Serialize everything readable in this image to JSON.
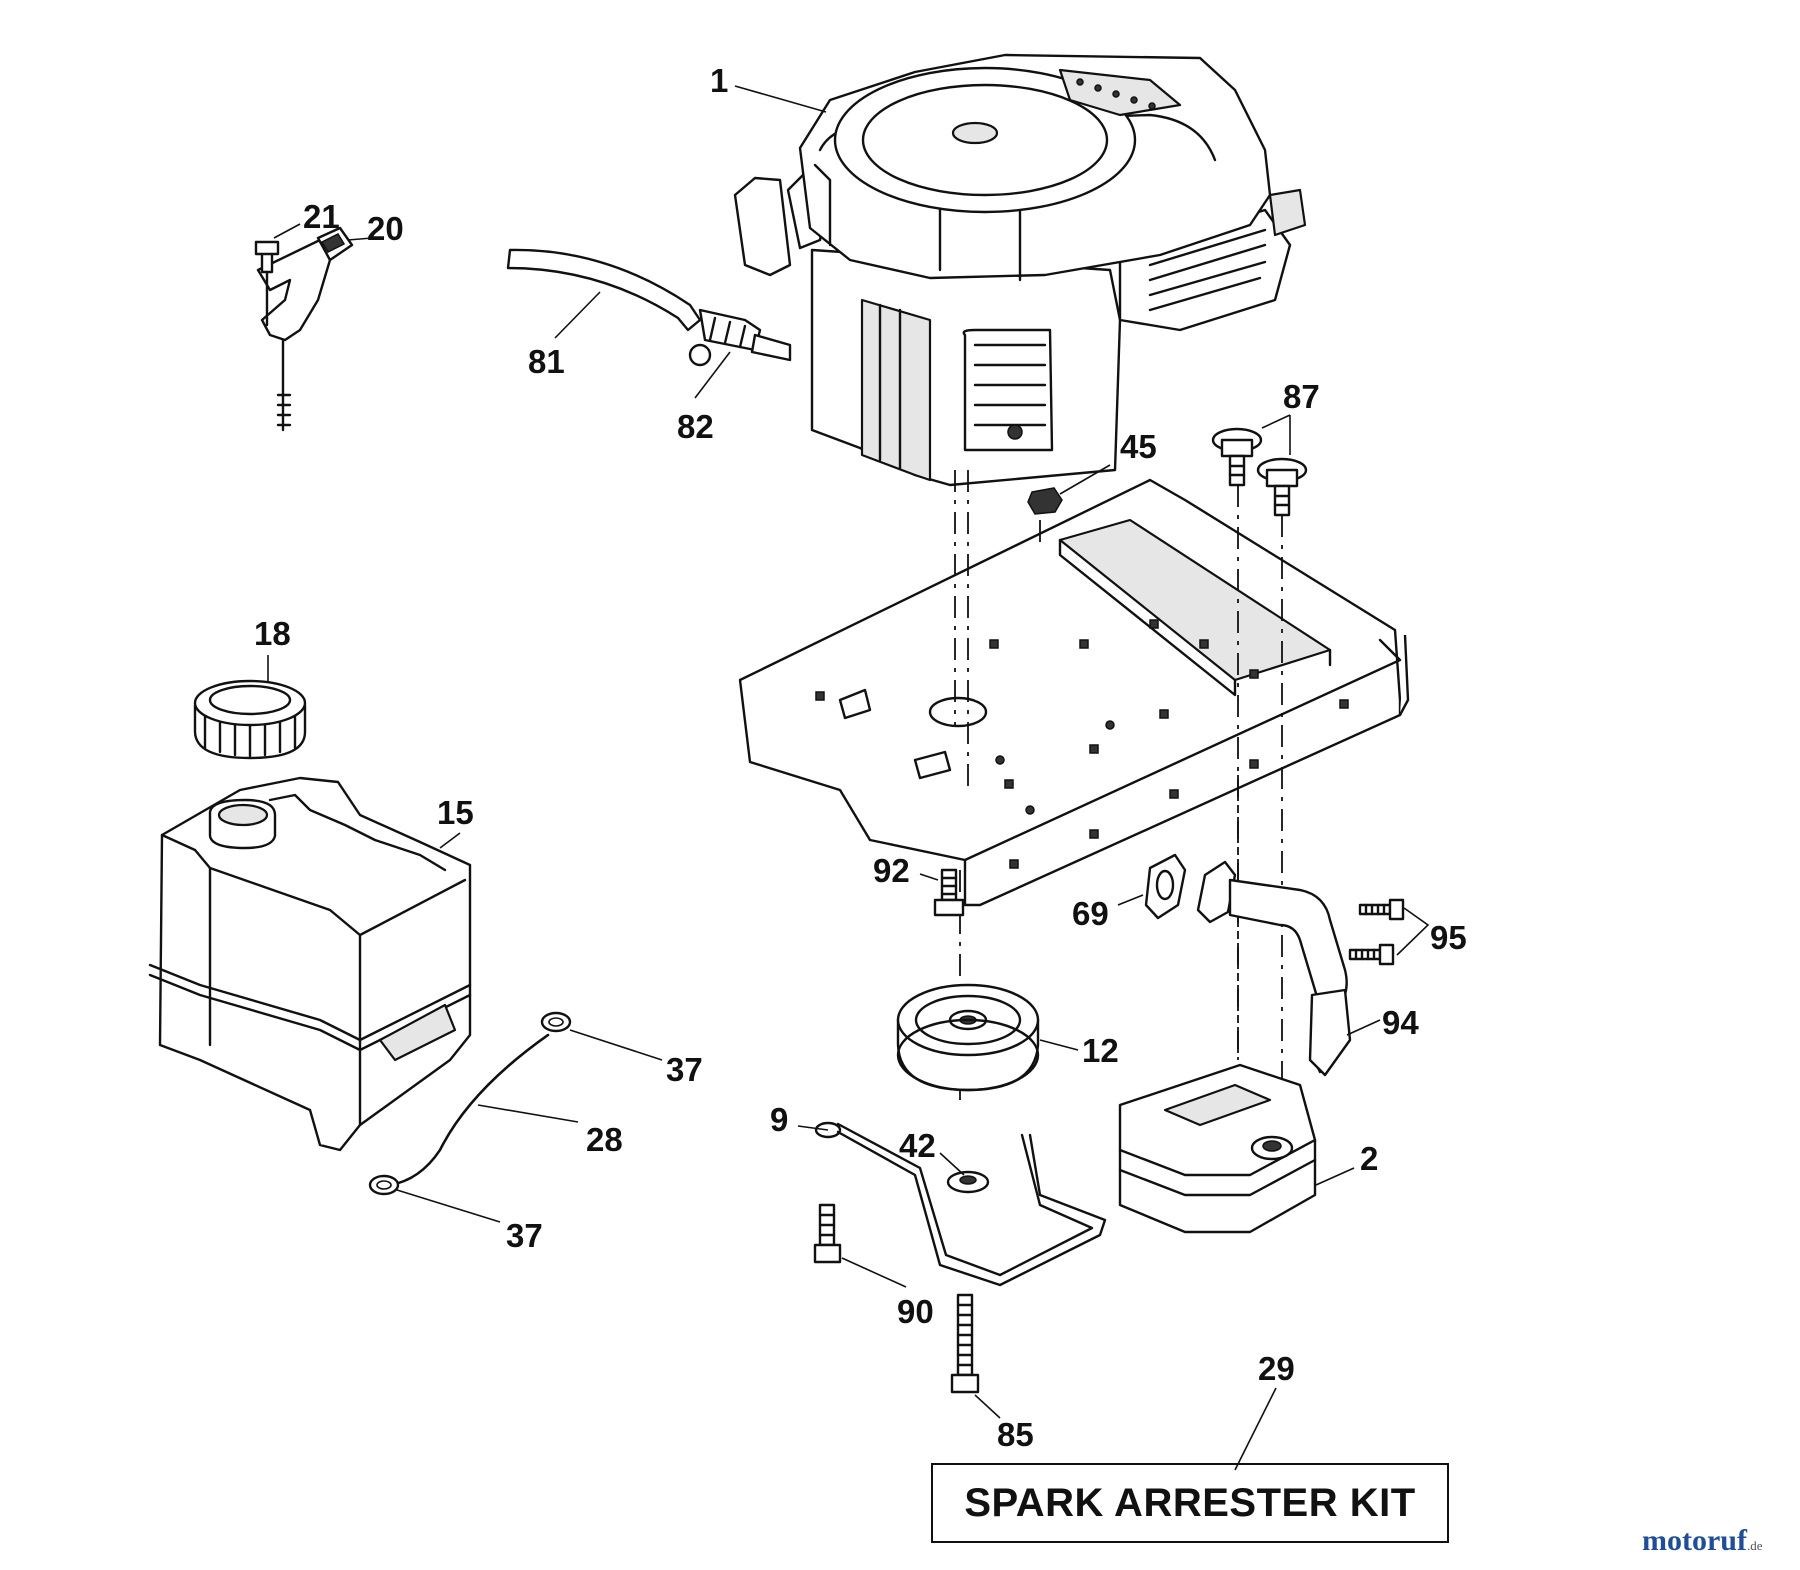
{
  "diagram": {
    "callouts": [
      {
        "id": "1",
        "label": "1"
      },
      {
        "id": "21",
        "label": "21"
      },
      {
        "id": "20",
        "label": "20"
      },
      {
        "id": "81",
        "label": "81"
      },
      {
        "id": "82",
        "label": "82"
      },
      {
        "id": "87",
        "label": "87"
      },
      {
        "id": "45",
        "label": "45"
      },
      {
        "id": "18",
        "label": "18"
      },
      {
        "id": "15",
        "label": "15"
      },
      {
        "id": "92",
        "label": "92"
      },
      {
        "id": "69",
        "label": "69"
      },
      {
        "id": "95",
        "label": "95"
      },
      {
        "id": "94",
        "label": "94"
      },
      {
        "id": "12",
        "label": "12"
      },
      {
        "id": "37a",
        "label": "37"
      },
      {
        "id": "28",
        "label": "28"
      },
      {
        "id": "37b",
        "label": "37"
      },
      {
        "id": "9",
        "label": "9"
      },
      {
        "id": "42",
        "label": "42"
      },
      {
        "id": "2",
        "label": "2"
      },
      {
        "id": "90",
        "label": "90"
      },
      {
        "id": "29",
        "label": "29"
      },
      {
        "id": "85",
        "label": "85"
      }
    ],
    "kit_label": "SPARK ARRESTER KIT",
    "watermark": {
      "brand": "motoruf",
      "tld": ".de",
      "color": "#1f4e96"
    }
  }
}
